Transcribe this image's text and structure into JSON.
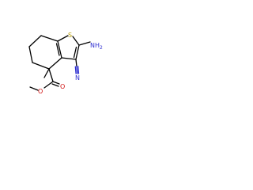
{
  "molecule": {
    "atoms": {
      "sulfur": "S",
      "amine": "NH",
      "amine_subscript": "2",
      "nitrile_n": "N",
      "ester_o1": "O",
      "ester_o2": "O"
    },
    "colors": {
      "bond": "#000000",
      "sulfur": "#b59a00",
      "nitrogen": "#2f2fd0",
      "oxygen": "#d01010"
    }
  }
}
